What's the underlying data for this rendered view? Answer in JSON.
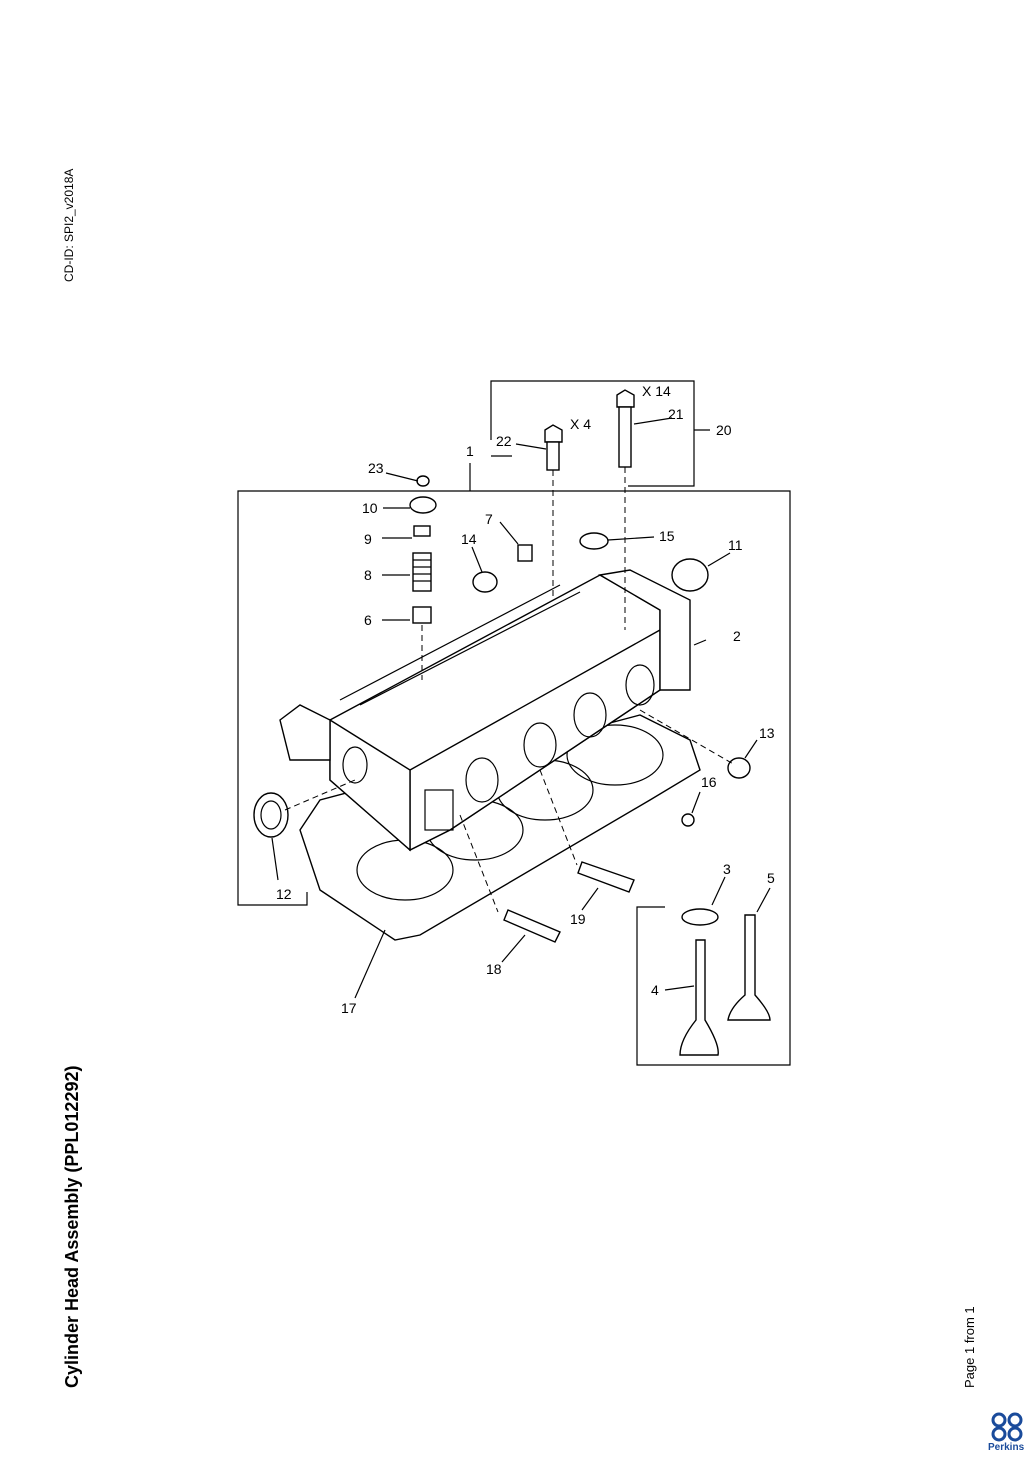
{
  "header": {
    "cd_id": "CD-ID: SPI2_v2018A"
  },
  "title": "Cylinder Head Assembly (PPL012292)",
  "footer": {
    "page": "Page 1 from 1",
    "brand": "Perkins"
  },
  "callouts": {
    "c1": "1",
    "c2": "2",
    "c3": "3",
    "c4": "4",
    "c5": "5",
    "c6": "6",
    "c7": "7",
    "c8": "8",
    "c9": "9",
    "c10": "10",
    "c11": "11",
    "c12": "12",
    "c13": "13",
    "c14": "14",
    "c15": "15",
    "c16": "16",
    "c17": "17",
    "c18": "18",
    "c19": "19",
    "c20": "20",
    "c21": "21",
    "c22": "22",
    "c23": "23"
  },
  "quantities": {
    "q21": "X 14",
    "q22": "X 4"
  },
  "icons": {
    "logo": "perkins-logo"
  }
}
